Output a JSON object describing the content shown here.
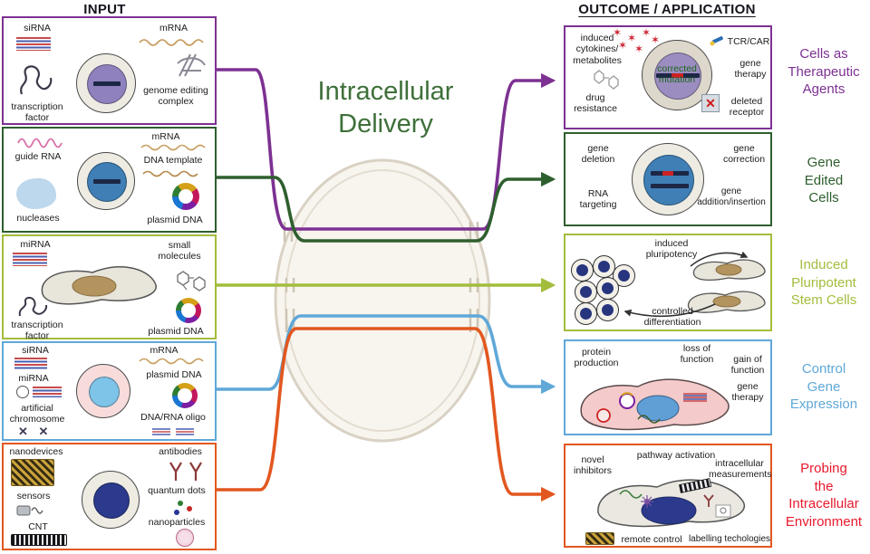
{
  "headers": {
    "input": "INPUT",
    "outcome": "OUTCOME / APPLICATION"
  },
  "center": {
    "title": "Intracellular\nDelivery"
  },
  "icons": {
    "star": "✶",
    "cross": "✕",
    "chromosome_pair": "✕ ✕"
  },
  "colors": {
    "therapeutic_purple": "#7d3192",
    "gene_edit_green": "#2e5f2e",
    "ipsc_olive": "#a2bd3c",
    "expression_blue": "#5fa8d8",
    "probing_orange": "#e2571f",
    "probing_label_red": "#e8192c",
    "title_green": "#3e7039"
  },
  "rows": [
    {
      "input": {
        "sirna": "siRNA",
        "mrna": "mRNA",
        "transcription_factor": "transcription\nfactor",
        "genome_editing_complex": "genome editing\ncomplex"
      },
      "outcome": {
        "induced_cytokines": "induced\ncytokines/\nmetabolites",
        "tcr_car": "TCR/CAR",
        "gene_therapy": "gene\ntherapy",
        "corrected_mutation": "corrected\nmutation",
        "drug_resistance": "drug\nresistance",
        "deleted_receptor": "deleted\nreceptor"
      },
      "side_label": "Cells as\nTherapeutic\nAgents"
    },
    {
      "input": {
        "guide_rna": "guide RNA",
        "mrna": "mRNA",
        "dna_template": "DNA template",
        "nucleases": "nucleases",
        "plasmid_dna": "plasmid DNA"
      },
      "outcome": {
        "gene_deletion": "gene\ndeletion",
        "gene_correction": "gene\ncorrection",
        "rna_targeting": "RNA\ntargeting",
        "gene_addition": "gene\naddition/insertion"
      },
      "side_label": "Gene\nEdited\nCells"
    },
    {
      "input": {
        "mirna": "miRNA",
        "small_molecules": "small\nmolecules",
        "transcription_factor": "transcription\nfactor",
        "plasmid_dna": "plasmid DNA"
      },
      "outcome": {
        "induced_pluripotency": "induced\npluripotency",
        "controlled_differentiation": "controlled\ndifferentiation"
      },
      "side_label": "Induced\nPluripotent\nStem Cells"
    },
    {
      "input": {
        "sirna": "siRNA",
        "mrna": "mRNA",
        "mirna": "miRNA",
        "plasmid_dna": "plasmid DNA",
        "artificial_chromosome": "artificial\nchromosome",
        "dna_rna_oligo": "DNA/RNA oligo"
      },
      "outcome": {
        "protein_production": "protein\nproduction",
        "loss_of_function": "loss of\nfunction",
        "gain_of_function": "gain of\nfunction",
        "gene_therapy": "gene\ntherapy"
      },
      "side_label": "Control\nGene\nExpression"
    },
    {
      "input": {
        "nanodevices": "nanodevices",
        "antibodies": "antibodies",
        "sensors": "sensors",
        "quantum_dots": "quantum dots",
        "cnt": "CNT",
        "nanoparticles": "nanoparticles"
      },
      "outcome": {
        "novel_inhibitors": "novel\ninhibitors",
        "pathway_activation": "pathway activation",
        "intracellular_measurements": "intracellular\nmeasurements",
        "remote_control": "remote control",
        "labelling_technologies": "labelling techologies"
      },
      "side_label": "Probing\nthe\nIntracellular\nEnvironment"
    }
  ]
}
